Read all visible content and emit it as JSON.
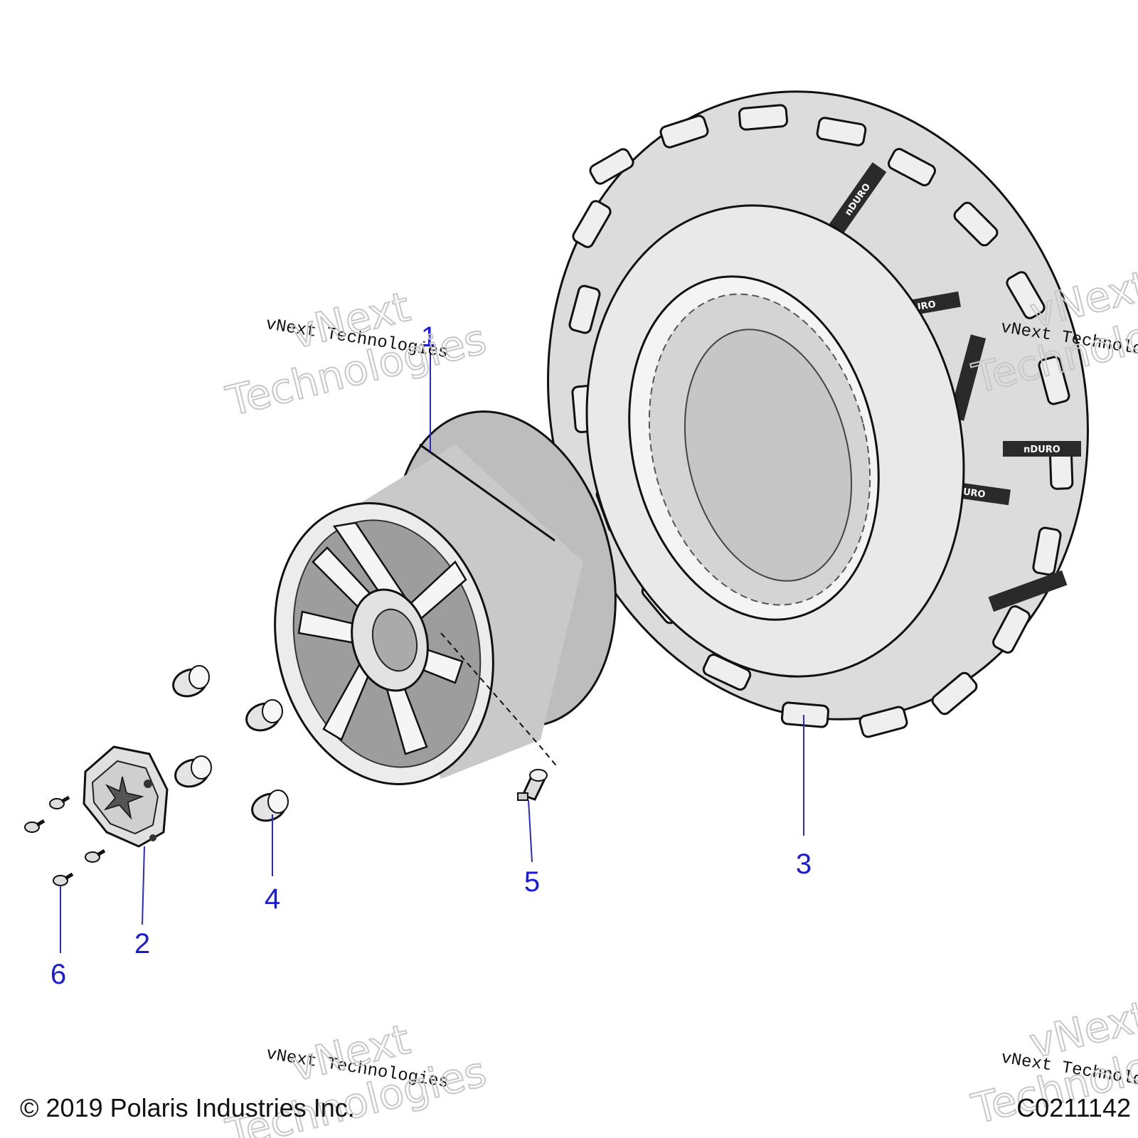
{
  "callouts": {
    "c1": "1",
    "c2": "2",
    "c3": "3",
    "c4": "4",
    "c5": "5",
    "c6": "6"
  },
  "tire_brand": "nDURO",
  "watermark": {
    "line": "vNext Technologies",
    "big_top": "vNext",
    "big_bottom": "Technologies"
  },
  "footer": {
    "copyright": "© 2019 Polaris Industries Inc.",
    "code": "C0211142"
  },
  "colors": {
    "callout": "#1a1adb",
    "part_fill": "#e6e6e6",
    "part_shade": "#b9b9b9",
    "outline": "#111111"
  }
}
